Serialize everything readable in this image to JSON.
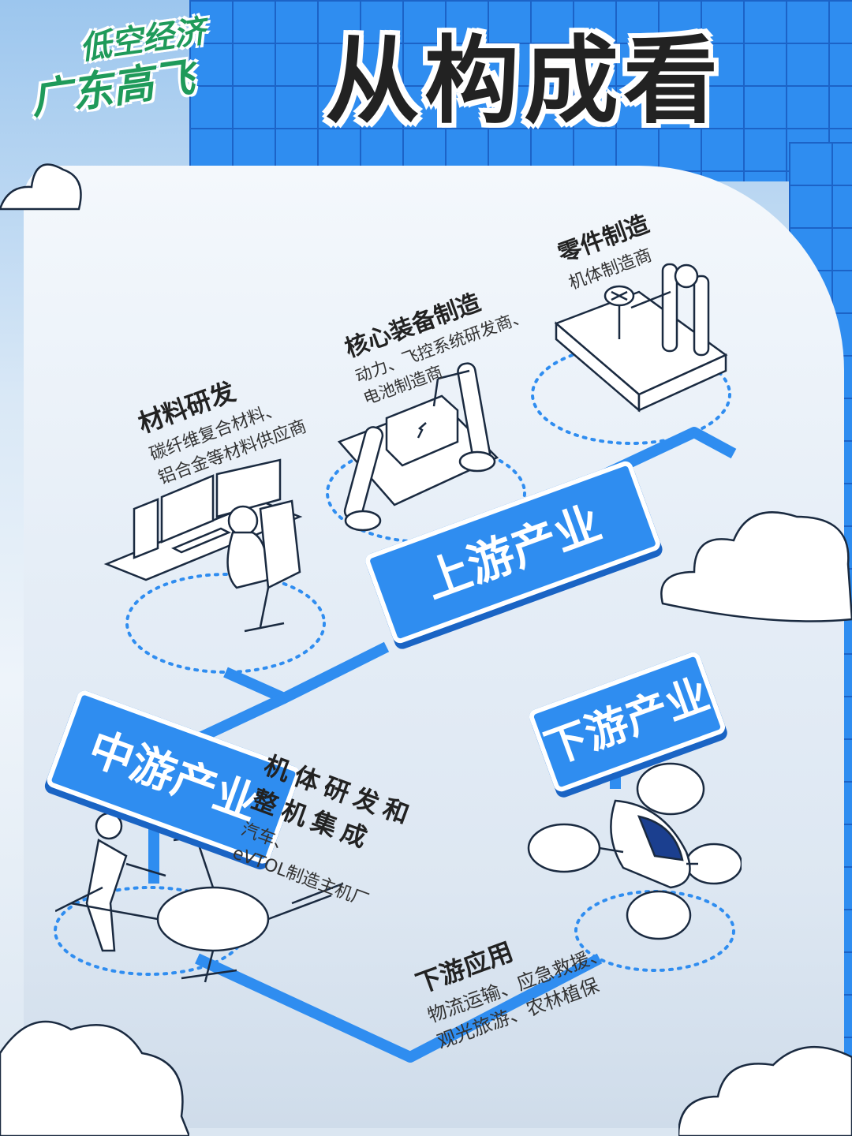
{
  "brand": {
    "line1": "低空经济",
    "line2": "广东高飞"
  },
  "page_title": "从构成看",
  "segments": {
    "upstream": {
      "label": "上游产业"
    },
    "midstream": {
      "label": "中游产业"
    },
    "downstream": {
      "label": "下游产业"
    }
  },
  "stages": {
    "materials": {
      "title": "材料研发",
      "desc_line1": "碳纤维复合材料、",
      "desc_line2": "铝合金等材料供应商"
    },
    "core_equipment": {
      "title": "核心装备制造",
      "desc_line1": "动力、飞控系统研发商、",
      "desc_line2": "电池制造商"
    },
    "parts": {
      "title": "零件制造",
      "desc_line1": "机体制造商"
    },
    "airframe": {
      "title_line1": "机体研发和",
      "title_line2": "整机集成",
      "desc_line1": "汽车、",
      "desc_line2": "eVTOL制造主机厂"
    },
    "applications": {
      "title": "下游应用",
      "desc_line1": "物流运输、应急救援、",
      "desc_line2": "观光旅游、农林植保"
    }
  },
  "colors": {
    "accent": "#2f8df0",
    "accent_dark": "#1a64c4",
    "brand_green": "#1f9a5a",
    "text": "#222222"
  },
  "icons": [
    "designer-workstation-icon",
    "battery-robot-arm-icon",
    "parts-machine-icon",
    "quadcopter-drone-icon",
    "evtol-aircraft-icon",
    "cloud-icon"
  ]
}
